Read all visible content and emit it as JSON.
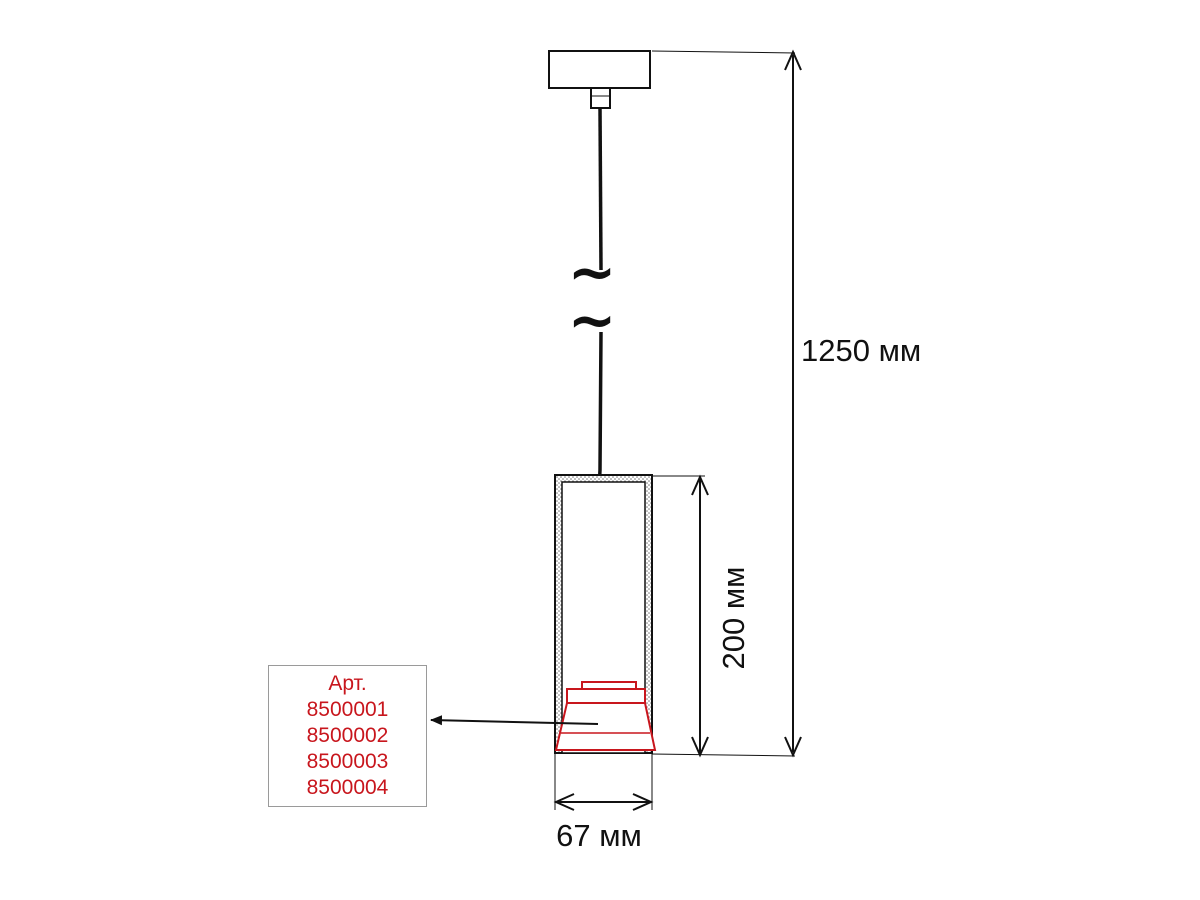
{
  "dimensions": {
    "total_height": "1250 мм",
    "shade_height": "200 мм",
    "shade_width": "67 мм"
  },
  "cable_break_symbol": "~",
  "article_box": {
    "heading": "Арт.",
    "codes": [
      "8500001",
      "8500002",
      "8500003",
      "8500004"
    ]
  },
  "colors": {
    "outline": "#111111",
    "highlight": "#c8161d"
  }
}
